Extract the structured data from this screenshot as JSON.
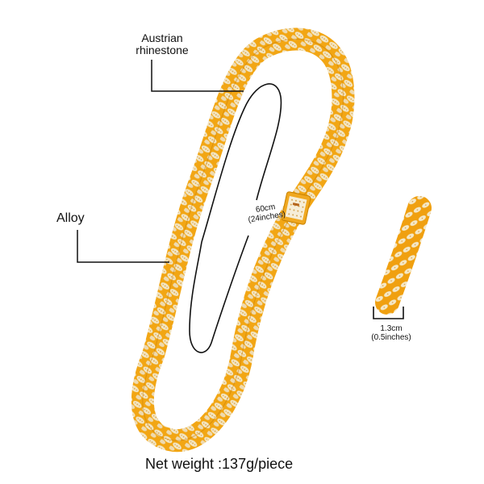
{
  "product": {
    "type": "Cuban link chain necklace",
    "color_gold": "#F0A820",
    "color_stone": "#F4EBD4"
  },
  "annotations": {
    "material_stone": "Austrian rhinestone",
    "material_stone_line1": "Austrian",
    "material_stone_line2": "rhinestone",
    "material_metal": "Alloy",
    "length_cm": "60cm",
    "length_in": "(24inches)",
    "width_cm": "1.3cm",
    "width_in": "(0.5inches)",
    "net_weight": "Net weight :137g/piece"
  }
}
